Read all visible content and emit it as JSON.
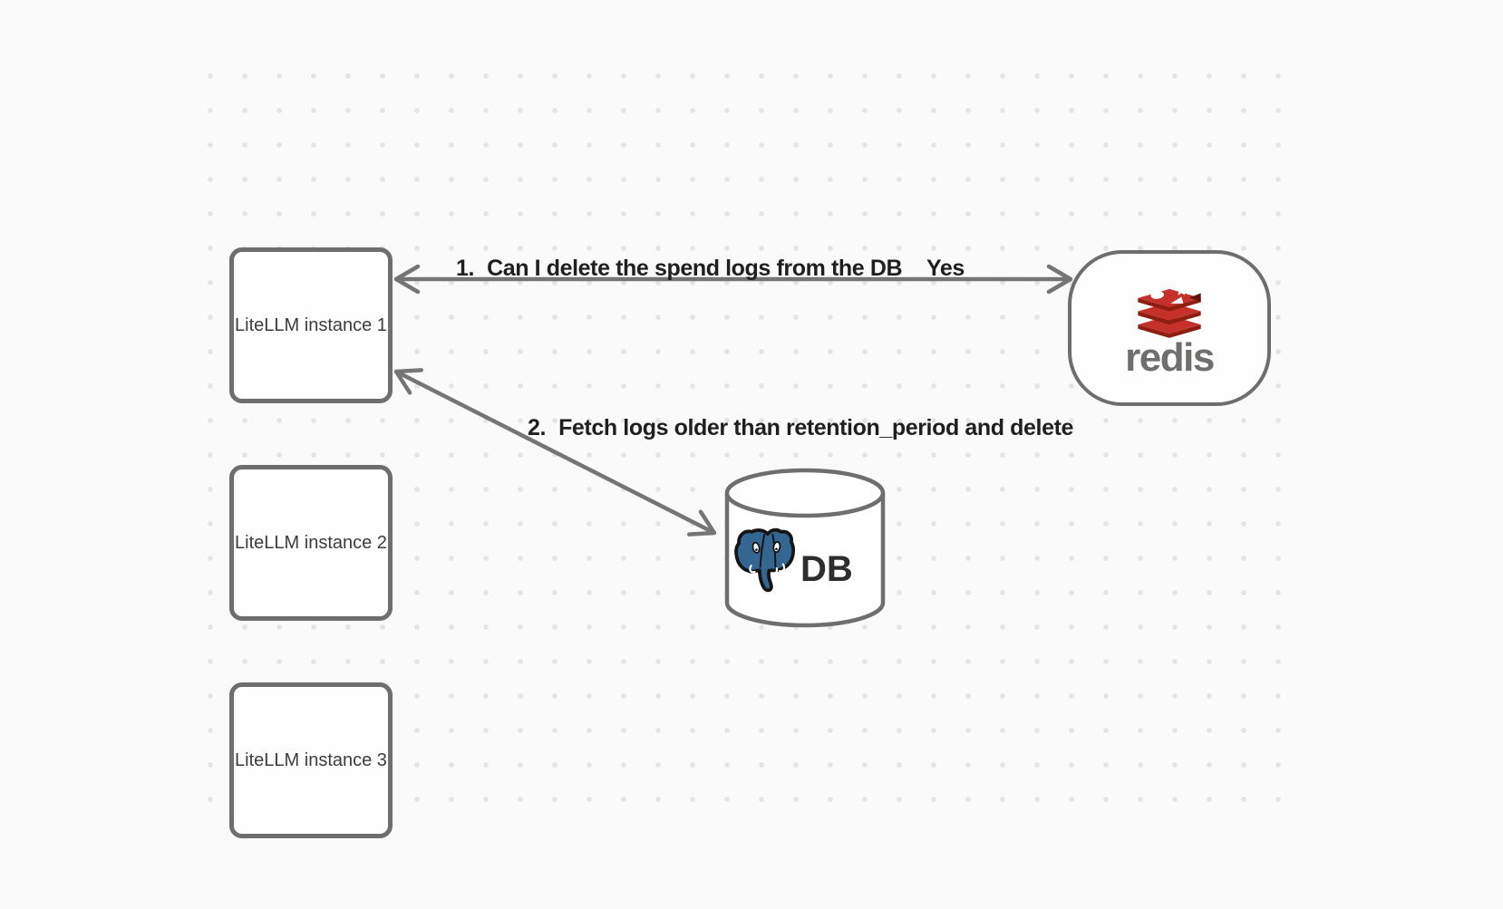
{
  "diagram": {
    "instances": [
      "LiteLLM instance 1",
      "LiteLLM instance 2",
      "LiteLLM instance 3"
    ],
    "redis_label": "redis",
    "db_label": "DB",
    "edge1": {
      "num": "1.",
      "text": "Can I delete the spend logs from the DB",
      "answer": "Yes"
    },
    "edge2": {
      "num": "2.",
      "text": "Fetch logs older than retention_period and delete"
    }
  },
  "icons": {
    "redis_logo": "redis-stacked-discs-logo",
    "postgres_logo": "postgresql-elephant-logo",
    "db_shape": "database-cylinder",
    "arrow_style": "double-headed-open-chevron"
  },
  "colors": {
    "background": "#fafafa",
    "dot": "#e4e4e4",
    "stroke": "#6e6e6e",
    "arrow": "#757575",
    "label_text": "#1f1f1f",
    "node_text": "#3c3c3c",
    "redis_red": "#c6302b",
    "redis_dark_red": "#8f1d12",
    "redis_notch": "#5d120c",
    "redis_wordmark": "#716e6e",
    "postgres_blue": "#336791",
    "outline_black": "#151515",
    "db_text": "#2e2e2e"
  }
}
